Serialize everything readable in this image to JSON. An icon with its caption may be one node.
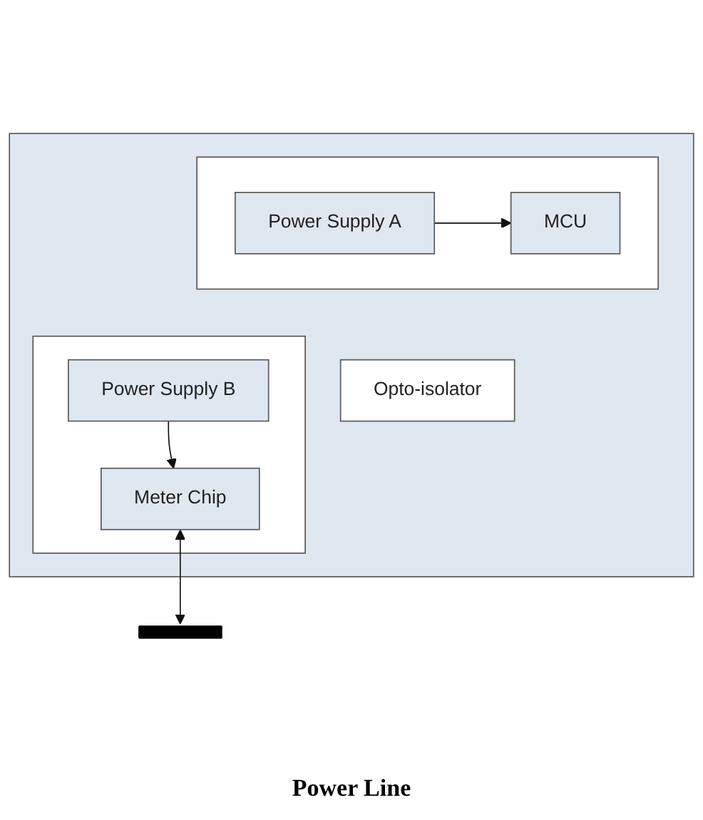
{
  "diagram": {
    "nodes": [
      {
        "text": [],
        "shape": "box"
      },
      {
        "text": [],
        "shape": "box",
        "in": 0
      },
      {
        "text": [
          "MCU"
        ],
        "in": 1
      },
      {
        "text": [
          "Power Supply A"
        ],
        "in": 1
      },
      {
        "text": [
          "Opto-isolator"
        ],
        "in": 0
      },
      {
        "text": [],
        "shape": "box",
        "in": 0
      },
      {
        "text": [
          "Meter Chip"
        ],
        "in": 5
      },
      {
        "text": [
          "Power Supply B"
        ],
        "in": 5
      },
      {
        "text": [],
        "shape": "bar"
      }
    ],
    "labels": [
      "Power Line"
    ],
    "edges": [
      {
        "from": 3,
        "to": 2,
        "arrow": "to"
      },
      {
        "from": 7,
        "to": 6,
        "arrow": "to"
      },
      {
        "from": 6,
        "to": 8,
        "arrow": "both"
      }
    ]
  }
}
